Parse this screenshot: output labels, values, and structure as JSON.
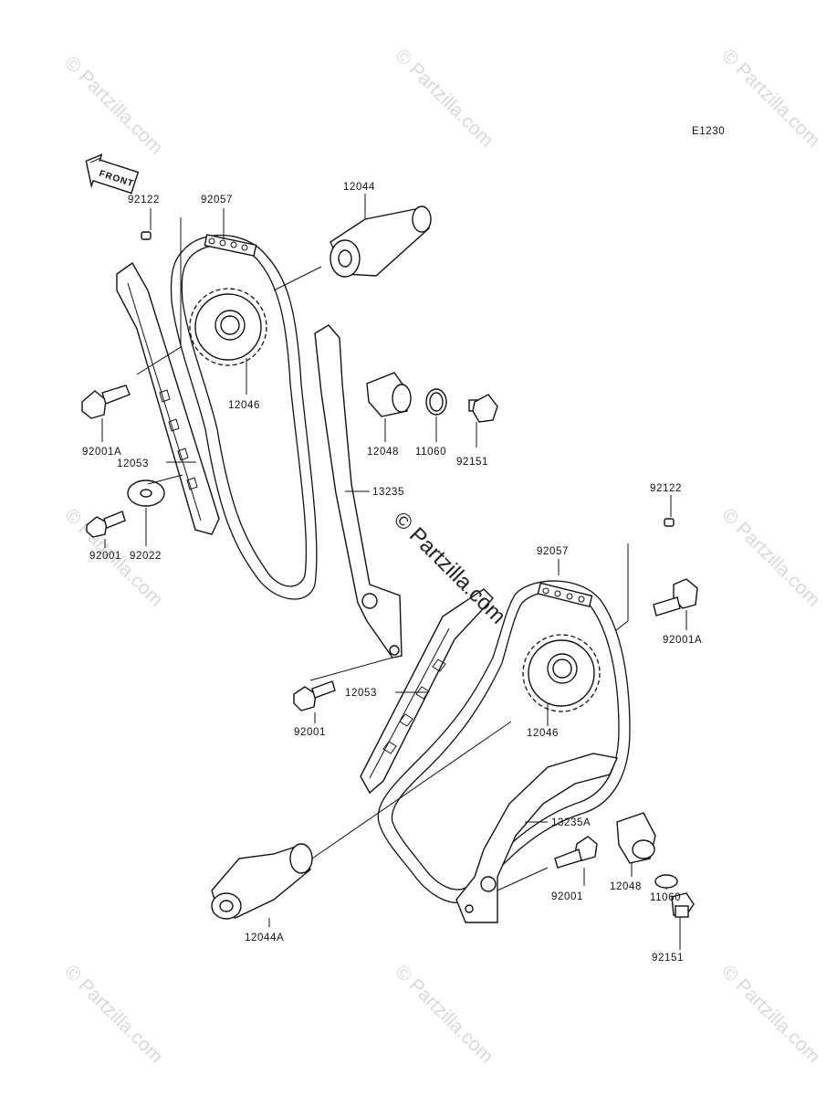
{
  "diagram": {
    "code": "E1230",
    "front_label": "FRONT",
    "watermark_text": "© Partzilla.com",
    "center_watermark_text": "© Partzilla.com"
  },
  "labels": [
    "92122",
    "92057",
    "12044",
    "12046",
    "92001A",
    "12053",
    "12048",
    "11060",
    "92151",
    "13235",
    "92001",
    "92022",
    "92122",
    "92057",
    "92001A",
    "12053",
    "92001",
    "12046",
    "13235A",
    "12048",
    "92001",
    "11060",
    "12044A",
    "92151"
  ]
}
